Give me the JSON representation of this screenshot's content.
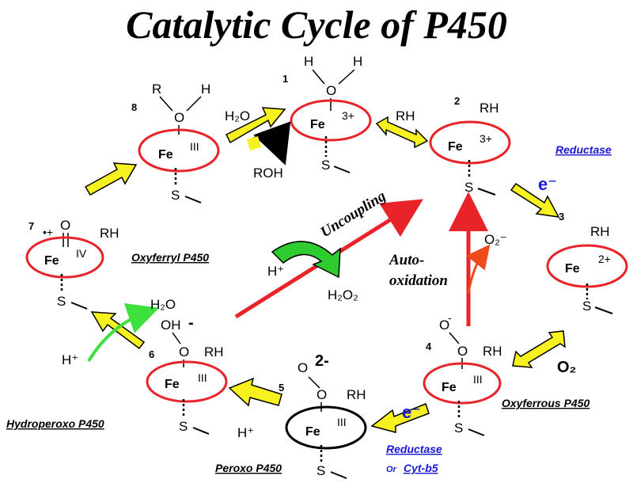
{
  "title": "Catalytic Cycle of P450",
  "steps": {
    "s1": {
      "num": "1",
      "fe": "Fe",
      "ox": "3+",
      "a1": "H",
      "a2": "O",
      "a3": "H",
      "s": "S"
    },
    "s2": {
      "num": "2",
      "fe": "Fe",
      "ox": "3+",
      "rh": "RH",
      "s": "S"
    },
    "s3": {
      "num": "3",
      "fe": "Fe",
      "ox": "2+",
      "rh": "RH",
      "s": "S"
    },
    "s4": {
      "num": "4",
      "fe": "Fe",
      "ox": "III",
      "rh": "RH",
      "o1": "O",
      "o2": "O",
      "s": "S"
    },
    "s5": {
      "num": "5",
      "fe": "Fe",
      "ox": "III",
      "rh": "RH",
      "o1": "O",
      "o2": "O",
      "charge": "2-",
      "s": "S"
    },
    "s6": {
      "num": "6",
      "fe": "Fe",
      "ox": "III",
      "rh": "RH",
      "oh": "OH",
      "o": "O",
      "s": "S"
    },
    "s7": {
      "num": "7",
      "fe": "Fe",
      "ox": "IV",
      "rh": "RH",
      "o": "O",
      "radical": "•+",
      "s": "S"
    },
    "s8": {
      "num": "8",
      "fe": "Fe",
      "ox": "III",
      "r": "R",
      "h": "H",
      "o": "O",
      "s": "S"
    }
  },
  "labels": {
    "h2o_in": "H₂O",
    "roh": "ROH",
    "rh_bind": "RH",
    "reductase": "Reductase",
    "electron1": "e⁻",
    "o2": "O₂",
    "electron2": "e⁻",
    "reductase2": "Reductase",
    "or": "Or",
    "cytb5": "Cyt-b5",
    "h_plus_5": "H⁺",
    "h_plus_6": "H⁺",
    "h2o_out": "H₂O",
    "h_plus_center": "H⁺",
    "h2o2": "H₂O₂",
    "superoxide": "O₂⁻",
    "uncoupling": "Uncoupling",
    "autoox1": "Auto-",
    "autoox2": "oxidation",
    "oxyferrous": "Oxyferrous P450",
    "peroxo": "Peroxo P450",
    "hydroperoxo": "Hydroperoxo P450",
    "oxyferryl": "Oxyferryl P450"
  },
  "colors": {
    "ellipse": "#e8242a",
    "peroxo_ellipse": "#000000",
    "arrow_fill": "#f7f21f",
    "uncoupling_arrow": "#e8242a",
    "autoox_arrow": "#f04a1a",
    "h2o2_arrow": "#2fcc2f",
    "proton_arrow": "#3de03d",
    "blue_text": "#1a1ad6"
  }
}
